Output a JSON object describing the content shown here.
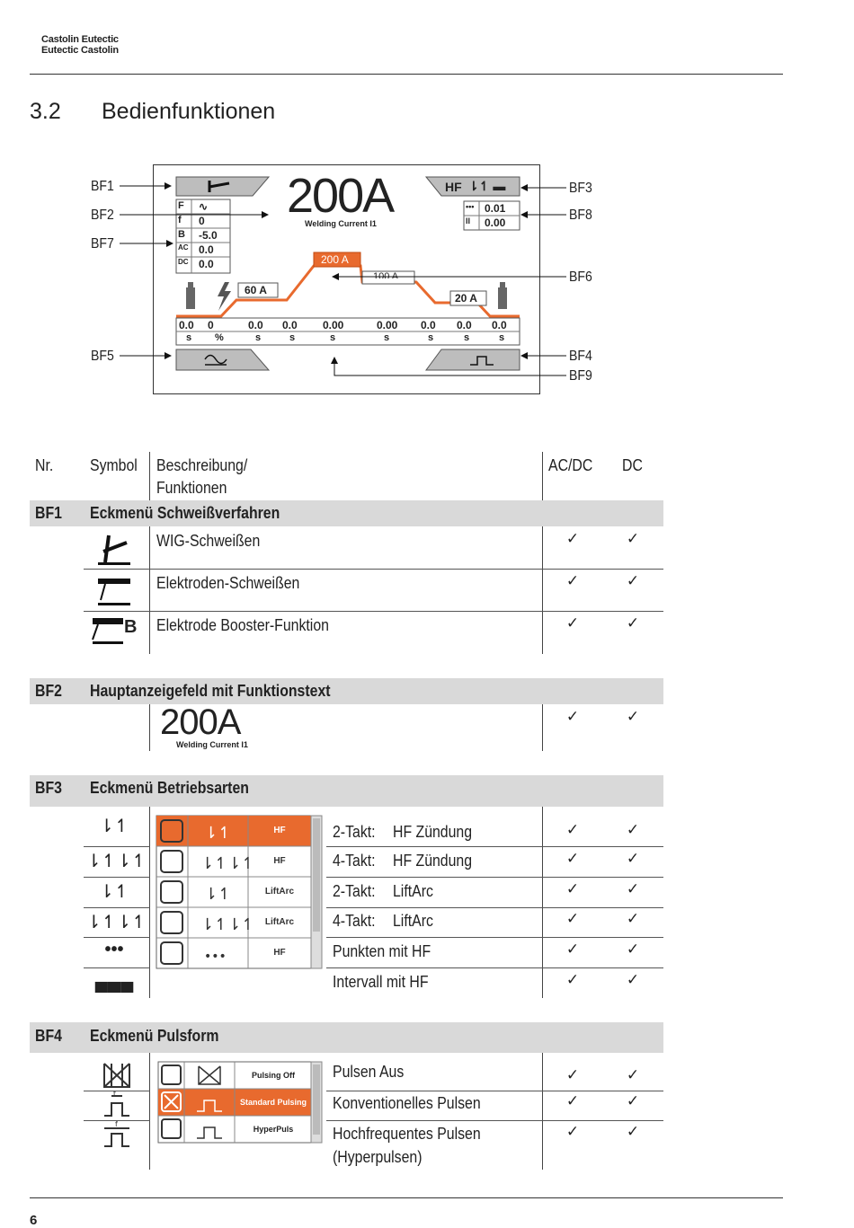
{
  "header": {
    "logo_line1": "Castolin Eutectic",
    "logo_line2": "Eutectic Castolin"
  },
  "section": {
    "number": "3.2",
    "title": "Bedienfunktionen"
  },
  "display": {
    "main_value": "200A",
    "main_label": "Welding Current I1",
    "params": [
      {
        "key": "F",
        "value": "∿"
      },
      {
        "key": "f",
        "value": "0"
      },
      {
        "key": "B",
        "value": "-5.0"
      },
      {
        "key": "AC",
        "value": "0.0"
      },
      {
        "key": "DC",
        "value": "0.0"
      }
    ],
    "right_params": [
      {
        "key": "•••",
        "value": "0.01"
      },
      {
        "key": "II",
        "value": "0.00"
      }
    ],
    "corner_tr": "HF",
    "curve_labels": {
      "start": "60 A",
      "peak": "200 A",
      "second": "100 A",
      "end": "20 A"
    },
    "times": [
      {
        "v": "0.0",
        "u": "s"
      },
      {
        "v": "0",
        "u": "%"
      },
      {
        "v": "0.0",
        "u": "s"
      },
      {
        "v": "0.0",
        "u": "s"
      },
      {
        "v": "0.00",
        "u": "s"
      },
      {
        "v": "0.00",
        "u": "s"
      },
      {
        "v": "0.0",
        "u": "s"
      },
      {
        "v": "0.0",
        "u": "s"
      },
      {
        "v": "0.0",
        "u": "s"
      }
    ],
    "callouts": {
      "bf1": "BF1",
      "bf2": "BF2",
      "bf7": "BF7",
      "bf5": "BF5",
      "bf3": "BF3",
      "bf8": "BF8",
      "bf6": "BF6",
      "bf4": "BF4",
      "bf9": "BF9"
    }
  },
  "table": {
    "headers": {
      "nr": "Nr.",
      "symbol": "Symbol",
      "desc_line1": "Beschreibung/",
      "desc_line2": "Funktionen",
      "acdc": "AC/DC",
      "dc": "DC"
    },
    "check": "✓",
    "bf1": {
      "nr": "BF1",
      "title": "Eckmenü Schweißverfahren",
      "rows": [
        "WIG-Schweißen",
        "Elektroden-Schweißen",
        "Elektrode Booster-Funktion"
      ],
      "booster_symbol": "B"
    },
    "bf2": {
      "nr": "BF2",
      "title": "Hauptanzeigefeld mit Funktionstext",
      "value": "200A",
      "label": "Welding Current I1"
    },
    "bf3": {
      "nr": "BF3",
      "title": "Eckmenü Betriebsarten",
      "rows": [
        {
          "mode": "2-Takt:",
          "ign": "HF Zündung"
        },
        {
          "mode": "4-Takt:",
          "ign": "HF Zündung"
        },
        {
          "mode": "2-Takt:",
          "ign": "LiftArc"
        },
        {
          "mode": "4-Takt:",
          "ign": "LiftArc"
        },
        {
          "mode": "Punkten mit HF",
          "ign": ""
        },
        {
          "mode": "Intervall mit HF",
          "ign": ""
        }
      ],
      "menu_labels": [
        "HF",
        "HF",
        "LiftArc",
        "LiftArc",
        "HF"
      ]
    },
    "bf4": {
      "nr": "BF4",
      "title": "Eckmenü Pulsform",
      "rows": [
        "Pulsen Aus",
        "Konventionelles Pulsen",
        "Hochfrequentes Pulsen"
      ],
      "row3_extra": "(Hyperpulsen)",
      "menu_labels": [
        "Pulsing Off",
        "Standard Pulsing",
        "HyperPuls"
      ]
    }
  },
  "footer": {
    "page": "6"
  }
}
